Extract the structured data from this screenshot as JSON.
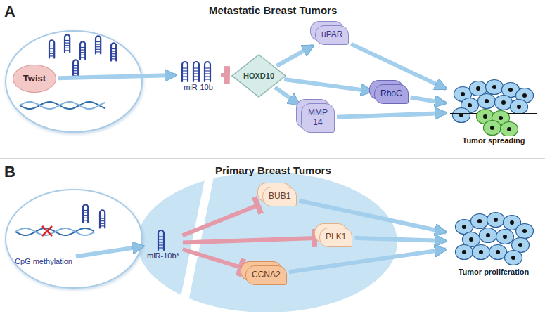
{
  "diagram": {
    "nodes": [
      {
        "text": [
          "Twist"
        ]
      },
      {
        "text": [
          "miR-10b"
        ]
      },
      {
        "text": [
          "HOXD10"
        ]
      },
      {
        "text": [
          "uPAR"
        ]
      },
      {
        "text": [
          "MMP 14"
        ]
      },
      {
        "text": [
          "RhoC"
        ]
      },
      {
        "text": [
          "Tumor spreading"
        ]
      },
      {
        "text": [
          "CpG methylation"
        ]
      },
      {
        "text": [
          "miR-10b*"
        ]
      },
      {
        "text": [
          "BUB1"
        ]
      },
      {
        "text": [
          "PLK1"
        ]
      },
      {
        "text": [
          "CCNA2"
        ]
      },
      {
        "text": [
          "Tumor proliferation"
        ]
      }
    ],
    "edges": [
      {
        "from": 0,
        "to": 1,
        "arrow": "to"
      },
      {
        "from": 1,
        "to": 2,
        "arrow": "to"
      },
      {
        "from": 2,
        "to": 3,
        "arrow": "to"
      },
      {
        "from": 2,
        "to": 4,
        "arrow": "to"
      },
      {
        "from": 2,
        "to": 5,
        "arrow": "to"
      },
      {
        "from": 3,
        "to": 6,
        "arrow": "to"
      },
      {
        "from": 4,
        "to": 6,
        "arrow": "to"
      },
      {
        "from": 5,
        "to": 6,
        "arrow": "to"
      },
      {
        "from": 7,
        "to": 8,
        "arrow": "to"
      },
      {
        "from": 8,
        "to": 9,
        "arrow": "to"
      },
      {
        "from": 8,
        "to": 10,
        "arrow": "to"
      },
      {
        "from": 8,
        "to": 11,
        "arrow": "to"
      },
      {
        "from": 9,
        "to": 12,
        "arrow": "to"
      },
      {
        "from": 10,
        "to": 12,
        "arrow": "to"
      },
      {
        "from": 11,
        "to": 12,
        "arrow": "to"
      }
    ],
    "labels": [
      "A",
      "Metastatic Breast Tumors",
      "B",
      "Primary Breast Tumors"
    ]
  }
}
